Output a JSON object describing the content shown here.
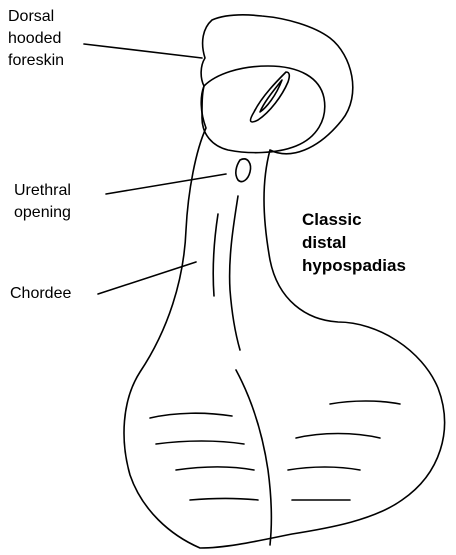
{
  "labels": {
    "dorsal_hooded_foreskin": [
      "Dorsal",
      "hooded",
      "foreskin"
    ],
    "urethral_opening": [
      "Urethral",
      "opening"
    ],
    "chordee": "Chordee"
  },
  "title_lines": [
    "Classic",
    "distal",
    "hypospadias"
  ],
  "colors": {
    "ink": "#000000",
    "background": "#ffffff"
  }
}
